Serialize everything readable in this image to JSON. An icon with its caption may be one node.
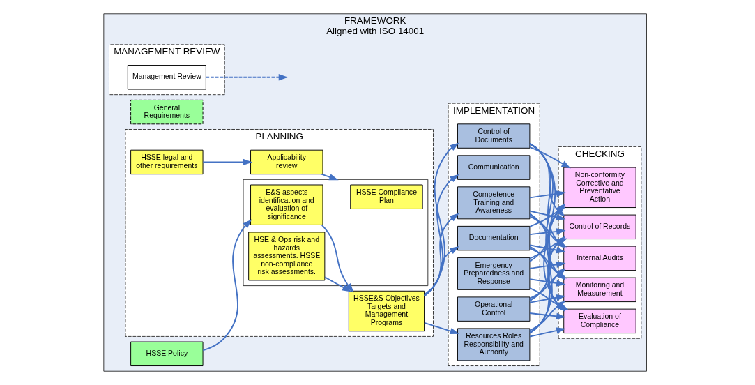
{
  "diagram": {
    "nodes": [
      {
        "text": [
          "FRAMEWORK",
          "Aligned with ISO 14001"
        ]
      },
      {
        "text": [
          "General Requirements"
        ],
        "in": 0
      },
      {
        "text": [
          "HSSE Policy"
        ],
        "in": 0
      },
      {
        "text": [
          "PLANNING"
        ],
        "in": 0
      },
      {
        "text": [
          "HSSE legal and other requirements"
        ],
        "in": 3
      },
      {
        "text": [
          "Applicability review"
        ],
        "in": 3
      },
      {
        "text": [],
        "shape": "box",
        "in": 3
      },
      {
        "text": [
          "HSSE Compliance Plan"
        ],
        "in": 6
      },
      {
        "text": [
          "E&S aspects identification and evaluation of significance"
        ],
        "in": 6
      },
      {
        "text": [
          "HSE & Ops risk and hazards assessments. HSSE non-compliance risk assessments."
        ],
        "in": 6
      },
      {
        "text": [
          "HSSE&S Objectives Targets and Management Programs"
        ],
        "in": 3
      },
      {
        "text": [
          "IMPLEMENTATION"
        ],
        "in": 0
      },
      {
        "text": [
          "Resources Roles Responsibility and Authority"
        ],
        "in": 11
      },
      {
        "text": [
          "Competence Training and Awareness"
        ],
        "in": 11
      },
      {
        "text": [
          "Communication"
        ],
        "in": 11
      },
      {
        "text": [
          "Documentation"
        ],
        "in": 11
      },
      {
        "text": [
          "Control of Documents"
        ],
        "in": 11
      },
      {
        "text": [
          "Operational Control"
        ],
        "in": 11
      },
      {
        "text": [
          "Emergency Preparedness and Response"
        ],
        "in": 11
      },
      {
        "text": [
          "CHECKING"
        ],
        "in": 0
      },
      {
        "text": [
          "Monitoring and Measurement"
        ],
        "in": 19
      },
      {
        "text": [
          "Evaluation of Compliance"
        ],
        "in": 19
      },
      {
        "text": [
          "Non-conformity Corrective and Preventative Action"
        ],
        "in": 19
      },
      {
        "text": [
          "Control of Records"
        ],
        "in": 19
      },
      {
        "text": [
          "Internal Audits"
        ],
        "in": 19
      },
      {
        "text": [
          "MANAGEMENT REVIEW"
        ],
        "in": 0
      },
      {
        "text": [
          "Management Review"
        ],
        "in": 25
      }
    ],
    "edges": [
      {
        "from": 4,
        "to": 5,
        "arrow": "to"
      },
      {
        "from": 5,
        "to": 6,
        "arrow": "to"
      },
      {
        "from": 2,
        "to": 8,
        "arrow": "to"
      },
      {
        "from": 8,
        "to": 10,
        "arrow": "to"
      },
      {
        "from": 9,
        "to": 10,
        "arrow": "to"
      },
      {
        "from": 10,
        "to": 12,
        "arrow": "to"
      },
      {
        "from": 10,
        "to": 13,
        "arrow": "to"
      },
      {
        "from": 10,
        "to": 14,
        "arrow": "to"
      },
      {
        "from": 10,
        "to": 15,
        "arrow": "to"
      },
      {
        "from": 10,
        "to": 16,
        "arrow": "to"
      },
      {
        "from": 12,
        "to": 20,
        "arrow": "to"
      },
      {
        "from": 12,
        "to": 21,
        "arrow": "to"
      },
      {
        "from": 12,
        "to": 22,
        "arrow": "to"
      },
      {
        "from": 12,
        "to": 23,
        "arrow": "to"
      },
      {
        "from": 12,
        "to": 24,
        "arrow": "to"
      },
      {
        "from": 13,
        "to": 20,
        "arrow": "to"
      },
      {
        "from": 13,
        "to": 21,
        "arrow": "to"
      },
      {
        "from": 13,
        "to": 22,
        "arrow": "to"
      },
      {
        "from": 13,
        "to": 23,
        "arrow": "to"
      },
      {
        "from": 13,
        "to": 24,
        "arrow": "to"
      },
      {
        "from": 17,
        "to": 20,
        "arrow": "to"
      },
      {
        "from": 17,
        "to": 21,
        "arrow": "to"
      },
      {
        "from": 17,
        "to": 22,
        "arrow": "to"
      },
      {
        "from": 17,
        "to": 23,
        "arrow": "to"
      },
      {
        "from": 17,
        "to": 24,
        "arrow": "to"
      },
      {
        "from": 18,
        "to": 20,
        "arrow": "to"
      },
      {
        "from": 18,
        "to": 21,
        "arrow": "to"
      },
      {
        "from": 18,
        "to": 22,
        "arrow": "to"
      },
      {
        "from": 18,
        "to": 23,
        "arrow": "to"
      },
      {
        "from": 18,
        "to": 24,
        "arrow": "to"
      },
      {
        "from": 15,
        "to": 20,
        "arrow": "to"
      },
      {
        "from": 15,
        "to": 21,
        "arrow": "to"
      },
      {
        "from": 15,
        "to": 22,
        "arrow": "to"
      },
      {
        "from": 15,
        "to": 23,
        "arrow": "to"
      },
      {
        "from": 15,
        "to": 24,
        "arrow": "to"
      },
      {
        "from": 16,
        "to": 20,
        "arrow": "to"
      },
      {
        "from": 16,
        "to": 21,
        "arrow": "to"
      },
      {
        "from": 16,
        "to": 22,
        "arrow": "to"
      },
      {
        "from": 16,
        "to": 23,
        "arrow": "to"
      },
      {
        "from": 16,
        "to": 24,
        "arrow": "to"
      },
      {
        "from": 26,
        "to": null,
        "arrow": "to",
        "style": "dashed"
      }
    ]
  }
}
